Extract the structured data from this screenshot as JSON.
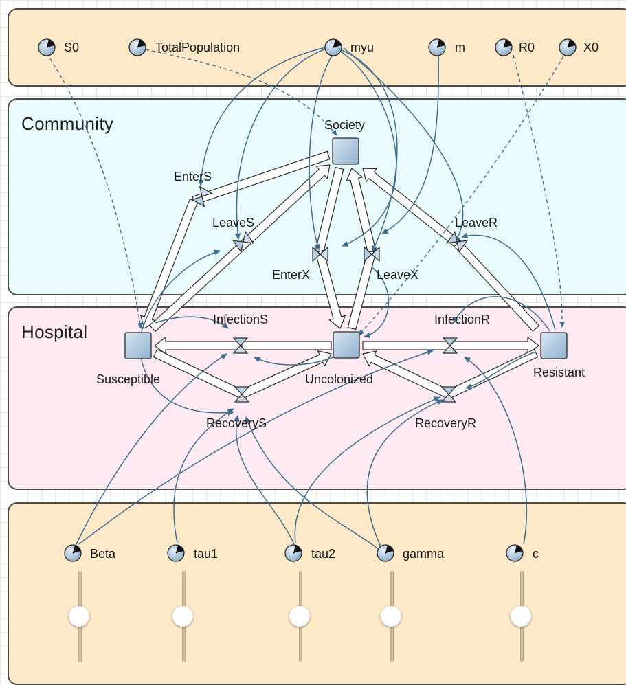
{
  "panels": {
    "community_title": "Community",
    "hospital_title": "Hospital"
  },
  "parameters": {
    "S0": "S0",
    "TotalPopulation": "TotalPopulation",
    "myu": "myu",
    "m": "m",
    "R0": "R0",
    "X0": "X0"
  },
  "stocks": {
    "Society": "Society",
    "Susceptible": "Susceptible",
    "Uncolonized": "Uncolonized",
    "Resistant": "Resistant"
  },
  "flows": {
    "EnterS": "EnterS",
    "LeaveS": "LeaveS",
    "EnterX": "EnterX",
    "LeaveX": "LeaveX",
    "LeaveR": "LeaveR",
    "InfectionS": "InfectionS",
    "InfectionR": "InfectionR",
    "RecoveryS": "RecoveryS",
    "RecoveryR": "RecoveryR"
  },
  "controls": {
    "Beta": "Beta",
    "tau1": "tau1",
    "tau2": "tau2",
    "gamma": "gamma",
    "c": "c"
  },
  "slider_levels": {
    "Beta": 0.5,
    "tau1": 0.5,
    "tau2": 0.5,
    "gamma": 0.5,
    "c": 0.5
  },
  "colors": {
    "link": "#3f6d92",
    "stock": "#a9c2da",
    "params_background": "#fde9c8",
    "community_background": "#e9fbfd",
    "hospital_background": "#fdeaf2"
  }
}
